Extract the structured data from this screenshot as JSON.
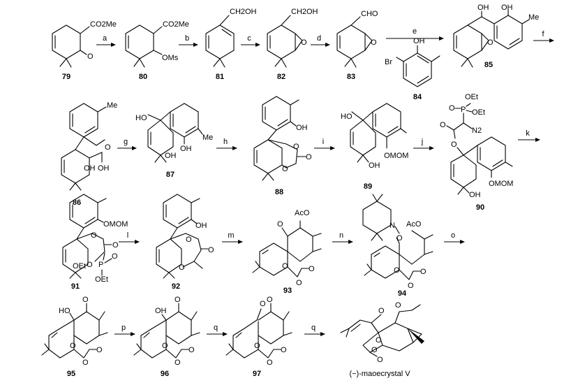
{
  "labels": {
    "c79": "79",
    "c80": "80",
    "c81": "81",
    "c82": "82",
    "c83": "83",
    "c84": "84",
    "c85": "85",
    "c86": "86",
    "c87": "87",
    "c88": "88",
    "c89": "89",
    "c90": "90",
    "c91": "91",
    "c92": "92",
    "c93": "93",
    "c94": "94",
    "c95": "95",
    "c96": "96",
    "c97": "97",
    "product": "(−)-maoecrystal V"
  },
  "reagents": {
    "a": "a",
    "b": "b",
    "c": "c",
    "d": "d",
    "e": "e",
    "f": "f",
    "g": "g",
    "h": "h",
    "i": "i",
    "j": "j",
    "k": "k",
    "l": "l",
    "m": "m",
    "n": "n",
    "o": "o",
    "p": "p",
    "q1": "q",
    "q2": "q"
  },
  "atoms": {
    "co2me": "CO2Me",
    "o": "O",
    "oms": "OMs",
    "ch2oh": "CH2OH",
    "cho": "CHO",
    "oh": "OH",
    "me": "Me",
    "br": "Br",
    "ho": "HO",
    "omom": "OMOM",
    "oet": "OEt",
    "p": "P",
    "n2": "N2",
    "aco": "AcO",
    "n": "N"
  }
}
